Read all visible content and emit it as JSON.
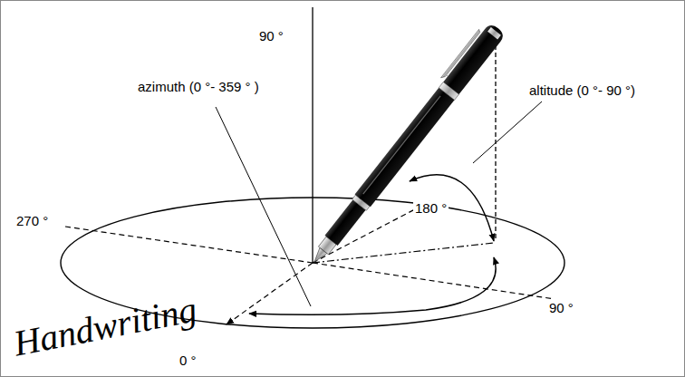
{
  "diagram": {
    "labels": [
      "90 °",
      "azimuth (0 °- 359 ° )",
      "altitude (0 °- 90 °)",
      "270 °",
      "180 °",
      "90 °",
      "0 °",
      "Handwriting"
    ]
  }
}
